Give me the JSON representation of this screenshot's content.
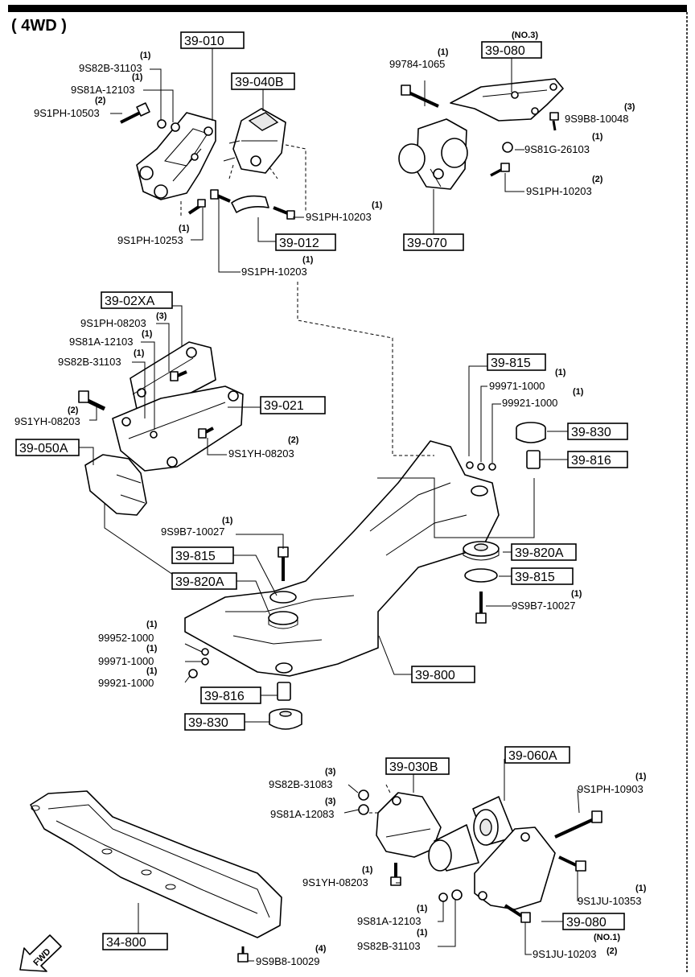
{
  "header": {
    "title": "( 4WD )"
  },
  "boxes": {
    "b39_010": "39-010",
    "b39_040B": "39-040B",
    "b39_012": "39-012",
    "b39_080_no3": "39-080",
    "b39_070": "39-070",
    "b39_02XA": "39-02XA",
    "b39_021": "39-021",
    "b39_050A": "39-050A",
    "b39_815_a": "39-815",
    "b39_830_a": "39-830",
    "b39_816_a": "39-816",
    "b39_820A_a": "39-820A",
    "b39_815_b": "39-815",
    "b39_815_c": "39-815",
    "b39_820A_b": "39-820A",
    "b39_800": "39-800",
    "b39_816_b": "39-816",
    "b39_830_b": "39-830",
    "b39_030B": "39-030B",
    "b39_060A": "39-060A",
    "b39_080_no1": "39-080",
    "b34_800": "34-800"
  },
  "notes": {
    "no3": "(NO.3)",
    "no1": "(NO.1)",
    "fwd": "FWD"
  },
  "parts": [
    {
      "id": "p1",
      "num": "9S82B-31103",
      "qty": "(1)"
    },
    {
      "id": "p2",
      "num": "9S81A-12103",
      "qty": "(1)"
    },
    {
      "id": "p3",
      "num": "9S1PH-10503",
      "qty": "(2)"
    },
    {
      "id": "p4",
      "num": "9S1PH-10203",
      "qty": "(1)"
    },
    {
      "id": "p5",
      "num": "9S1PH-10253",
      "qty": "(1)"
    },
    {
      "id": "p6",
      "num": "9S1PH-10203",
      "qty": "(1)"
    },
    {
      "id": "p7",
      "num": "99784-1065",
      "qty": "(1)"
    },
    {
      "id": "p8",
      "num": "9S9B8-10048",
      "qty": "(3)"
    },
    {
      "id": "p9",
      "num": "9S81G-26103",
      "qty": "(1)"
    },
    {
      "id": "p10",
      "num": "9S1PH-10203",
      "qty": "(2)"
    },
    {
      "id": "p11",
      "num": "9S1PH-08203",
      "qty": "(3)"
    },
    {
      "id": "p12",
      "num": "9S81A-12103",
      "qty": "(1)"
    },
    {
      "id": "p13",
      "num": "9S82B-31103",
      "qty": "(1)"
    },
    {
      "id": "p14",
      "num": "9S1YH-08203",
      "qty": "(2)"
    },
    {
      "id": "p15",
      "num": "9S1YH-08203",
      "qty": "(2)"
    },
    {
      "id": "p16",
      "num": "99971-1000",
      "qty": "(1)"
    },
    {
      "id": "p17",
      "num": "99921-1000",
      "qty": "(1)"
    },
    {
      "id": "p18",
      "num": "9S9B7-10027",
      "qty": "(1)"
    },
    {
      "id": "p19",
      "num": "9S9B7-10027",
      "qty": "(1)"
    },
    {
      "id": "p20",
      "num": "99952-1000",
      "qty": "(1)"
    },
    {
      "id": "p21",
      "num": "99971-1000",
      "qty": "(1)"
    },
    {
      "id": "p22",
      "num": "99921-1000",
      "qty": "(1)"
    },
    {
      "id": "p23",
      "num": "9S82B-31083",
      "qty": "(3)"
    },
    {
      "id": "p24",
      "num": "9S81A-12083",
      "qty": "(3)"
    },
    {
      "id": "p25",
      "num": "9S1YH-08203",
      "qty": "(1)"
    },
    {
      "id": "p26",
      "num": "9S81A-12103",
      "qty": "(1)"
    },
    {
      "id": "p27",
      "num": "9S82B-31103",
      "qty": "(1)"
    },
    {
      "id": "p28",
      "num": "9S1PH-10903",
      "qty": "(1)"
    },
    {
      "id": "p29",
      "num": "9S1JU-10353",
      "qty": "(1)"
    },
    {
      "id": "p30",
      "num": "9S1JU-10203",
      "qty": "(2)"
    },
    {
      "id": "p31",
      "num": "9S9B8-10029",
      "qty": "(4)"
    }
  ]
}
